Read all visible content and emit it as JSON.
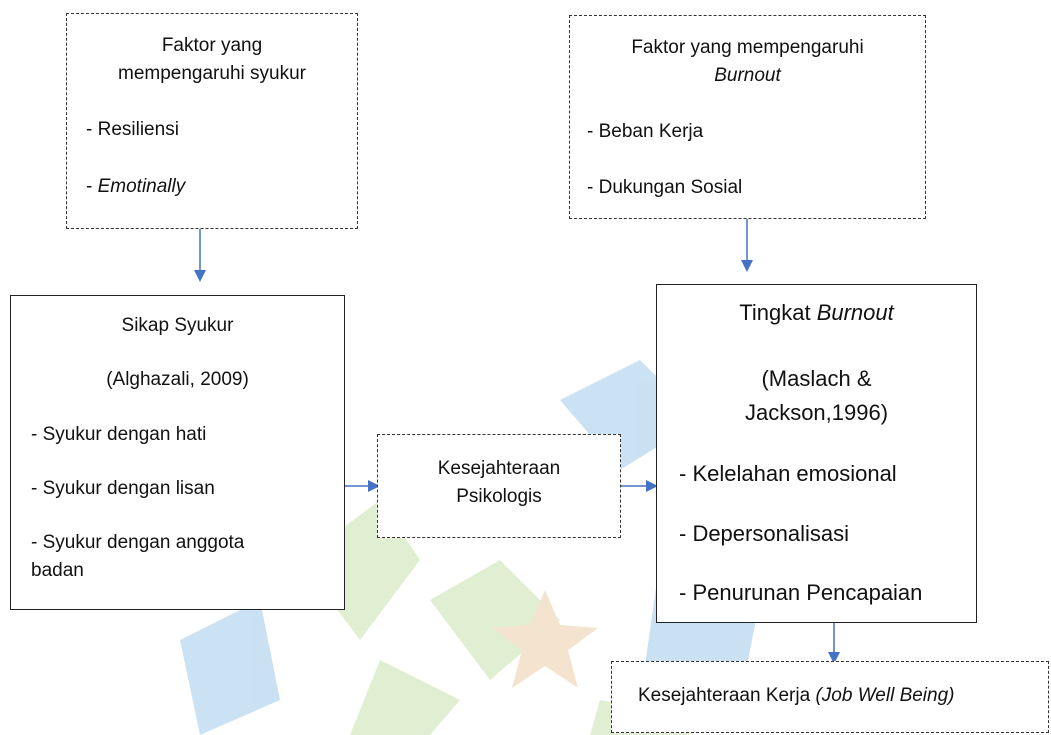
{
  "box_syukur_factors": {
    "title1": "Faktor yang",
    "title2": "mempengaruhi syukur",
    "item1": "- Resiliensi",
    "item2_prefix": "- ",
    "item2_italic": "Emotinally"
  },
  "box_burnout_factors": {
    "title1": "Faktor yang mempengaruhi",
    "title2_italic": "Burnout",
    "item1": "- Beban Kerja",
    "item2": "- Dukungan Sosial"
  },
  "box_sikap_syukur": {
    "title": "Sikap Syukur",
    "citation": "(Alghazali, 2009)",
    "item1": "- Syukur dengan hati",
    "item2": "- Syukur dengan lisan",
    "item3a": "- Syukur dengan anggota",
    "item3b": "badan"
  },
  "box_kesejahteraan_psikologis": {
    "line1": "Kesejahteraan",
    "line2": "Psikologis"
  },
  "box_tingkat_burnout": {
    "title_prefix": "Tingkat ",
    "title_italic": "Burnout",
    "citation1": "(Maslach &",
    "citation2": "Jackson,1996)",
    "item1": "- Kelelahan emosional",
    "item2": "- Depersonalisasi",
    "item3": "- Penurunan Pencapaian"
  },
  "box_job_wellbeing": {
    "text_prefix": "Kesejahteraan Kerja ",
    "text_italic": "(Job Well Being)"
  },
  "colors": {
    "arrow": "#4472c4",
    "watermark_blue": "#b9d7f0",
    "watermark_green": "#d6eac4",
    "watermark_star": "#f1dcbf"
  }
}
